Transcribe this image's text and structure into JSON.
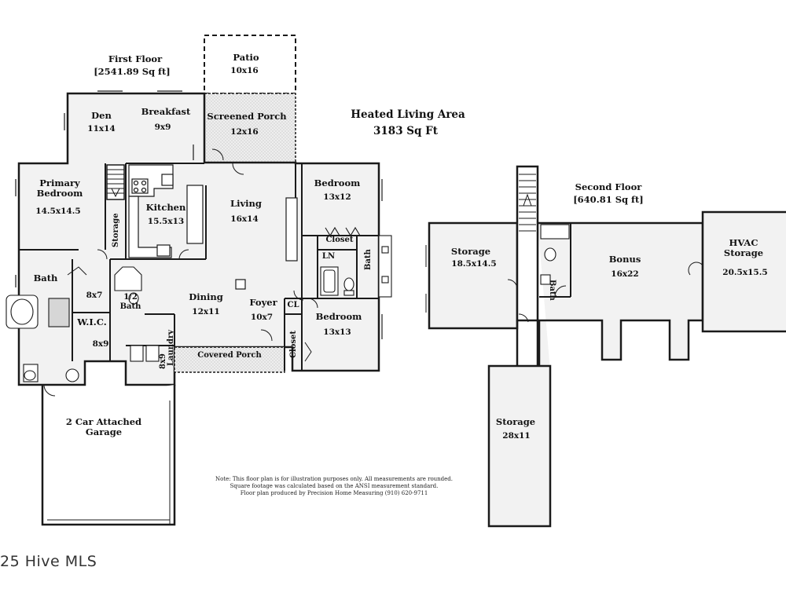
{
  "first_floor": {
    "title": "First Floor",
    "sqft": "[2541.89 Sq ft]",
    "rooms": {
      "patio": {
        "name": "Patio",
        "dim": "10x16"
      },
      "den": {
        "name": "Den",
        "dim": "11x14"
      },
      "breakfast": {
        "name": "Breakfast",
        "dim": "9x9"
      },
      "screened_porch": {
        "name": "Screened Porch",
        "dim": "12x16"
      },
      "primary_bedroom": {
        "name": "Primary\nBedroom",
        "dim": "14.5x14.5"
      },
      "kitchen": {
        "name": "Kitchen",
        "dim": "15.5x13"
      },
      "storage": {
        "name": "Storage"
      },
      "living": {
        "name": "Living",
        "dim": "16x14"
      },
      "bedroom_1": {
        "name": "Bedroom",
        "dim": "13x12"
      },
      "closet": {
        "name": "Closet"
      },
      "ln": {
        "name": "LN"
      },
      "bath_right": {
        "name": "Bath"
      },
      "bath_primary": {
        "name": "Bath"
      },
      "closet_8x7": {
        "dim": "8x7"
      },
      "wic": {
        "name": "W.I.C.",
        "dim": "8x9"
      },
      "half_bath": {
        "name": "1/2\nBath"
      },
      "dining": {
        "name": "Dining",
        "dim": "12x11"
      },
      "foyer": {
        "name": "Foyer",
        "dim": "10x7"
      },
      "cl": {
        "name": "CL"
      },
      "bedroom_2": {
        "name": "Bedroom",
        "dim": "13x13"
      },
      "closet_vertical": {
        "name": "Closet"
      },
      "laundry": {
        "name": "Laundry",
        "dim": "8x9"
      },
      "covered_porch": {
        "name": "Covered Porch"
      },
      "garage": {
        "name": "2 Car Attached\nGarage"
      }
    }
  },
  "heated_area": {
    "title": "Heated Living Area",
    "sqft": "3183 Sq Ft"
  },
  "second_floor": {
    "title": "Second Floor",
    "sqft": "[640.81 Sq ft]",
    "rooms": {
      "storage_left": {
        "name": "Storage",
        "dim": "18.5x14.5"
      },
      "bath": {
        "name": "Bath"
      },
      "bonus": {
        "name": "Bonus",
        "dim": "16x22"
      },
      "hvac": {
        "name": "HVAC\nStorage",
        "dim": "20.5x15.5"
      },
      "storage_bottom": {
        "name": "Storage",
        "dim": "28x11"
      }
    }
  },
  "note": {
    "line1": "Note: This floor plan is for illustration purposes only. All measurements are rounded.",
    "line2": "Square footage was calculated based on the ANSI measurement standard.",
    "line3": "Floor plan produced by Precision Home Measuring (910) 620-9711"
  },
  "watermark": "25 Hive MLS",
  "colors": {
    "wall": "#1a1a1a",
    "fill": "#f2f2f2",
    "porch_fill": "#e6e6e6",
    "background": "#ffffff"
  }
}
